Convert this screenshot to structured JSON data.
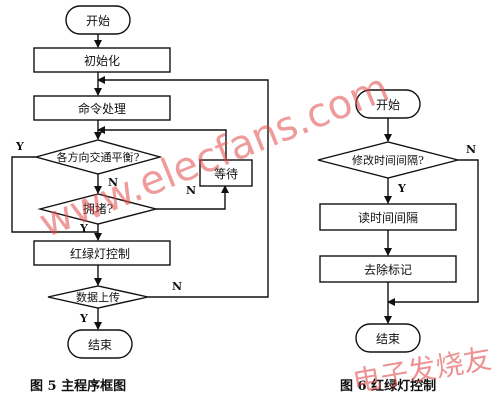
{
  "fig5": {
    "start": "开始",
    "init": "初始化",
    "cmd": "命令处理",
    "balance": "各方向交通平衡?",
    "wait": "等待",
    "jam": "拥堵?",
    "control": "红绿灯控制",
    "upload": "数据上传",
    "end": "结束",
    "caption": "图 5   主程序框图"
  },
  "fig6": {
    "start": "开始",
    "modify": "修改时间间隔?",
    "read": "读时间间隔",
    "clear": "去除标记",
    "end": "结束",
    "caption": "图 6   红绿灯控制"
  },
  "labels": {
    "y": "Y",
    "n": "N"
  },
  "watermark": {
    "url": "www.elecfans.com",
    "cn": "电子发烧友"
  }
}
